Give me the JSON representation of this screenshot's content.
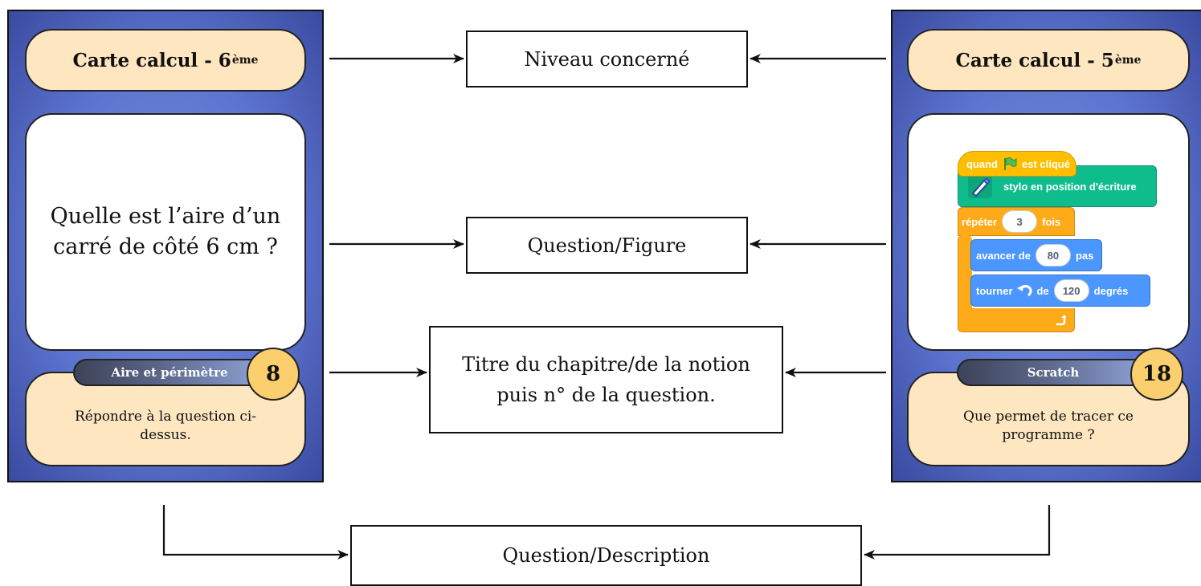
{
  "left_card": {
    "title": "Carte calcul - 6",
    "title_sup": "ème",
    "question": "Quelle est l’aire d’un carré de côté 6 cm ?",
    "chapter": "Aire et périmètre",
    "number": "8",
    "description": "Répondre à la question ci-dessus."
  },
  "right_card": {
    "title": "Carte calcul - 5",
    "title_sup": "ème",
    "chapter": "Scratch",
    "number": "18",
    "description": "Que permet de tracer ce programme ?",
    "scratch": {
      "event_before": "quand",
      "event_after": "est cliqué",
      "pen": "stylo en position d'écriture",
      "repeat_before": "répéter",
      "repeat_value": "3",
      "repeat_after": "fois",
      "move_before": "avancer de",
      "move_value": "80",
      "move_after": "pas",
      "turn_before": "tourner",
      "turn_mid": "de",
      "turn_value": "120",
      "turn_after": "degrés"
    }
  },
  "labels": {
    "level": "Niveau concerné",
    "question": "Question/Figure",
    "chapter": "Titre du chapitre/de la notion puis n° de la question.",
    "description": "Question/Description"
  },
  "colors": {
    "card_blue": "#5c74cf",
    "pill_cream": "#fde6c0",
    "number_gold": "#fccf6e",
    "scratch_event": "#ffbf00",
    "scratch_pen": "#0fbd8c",
    "scratch_control": "#ffab19",
    "scratch_motion": "#4c97ff"
  }
}
